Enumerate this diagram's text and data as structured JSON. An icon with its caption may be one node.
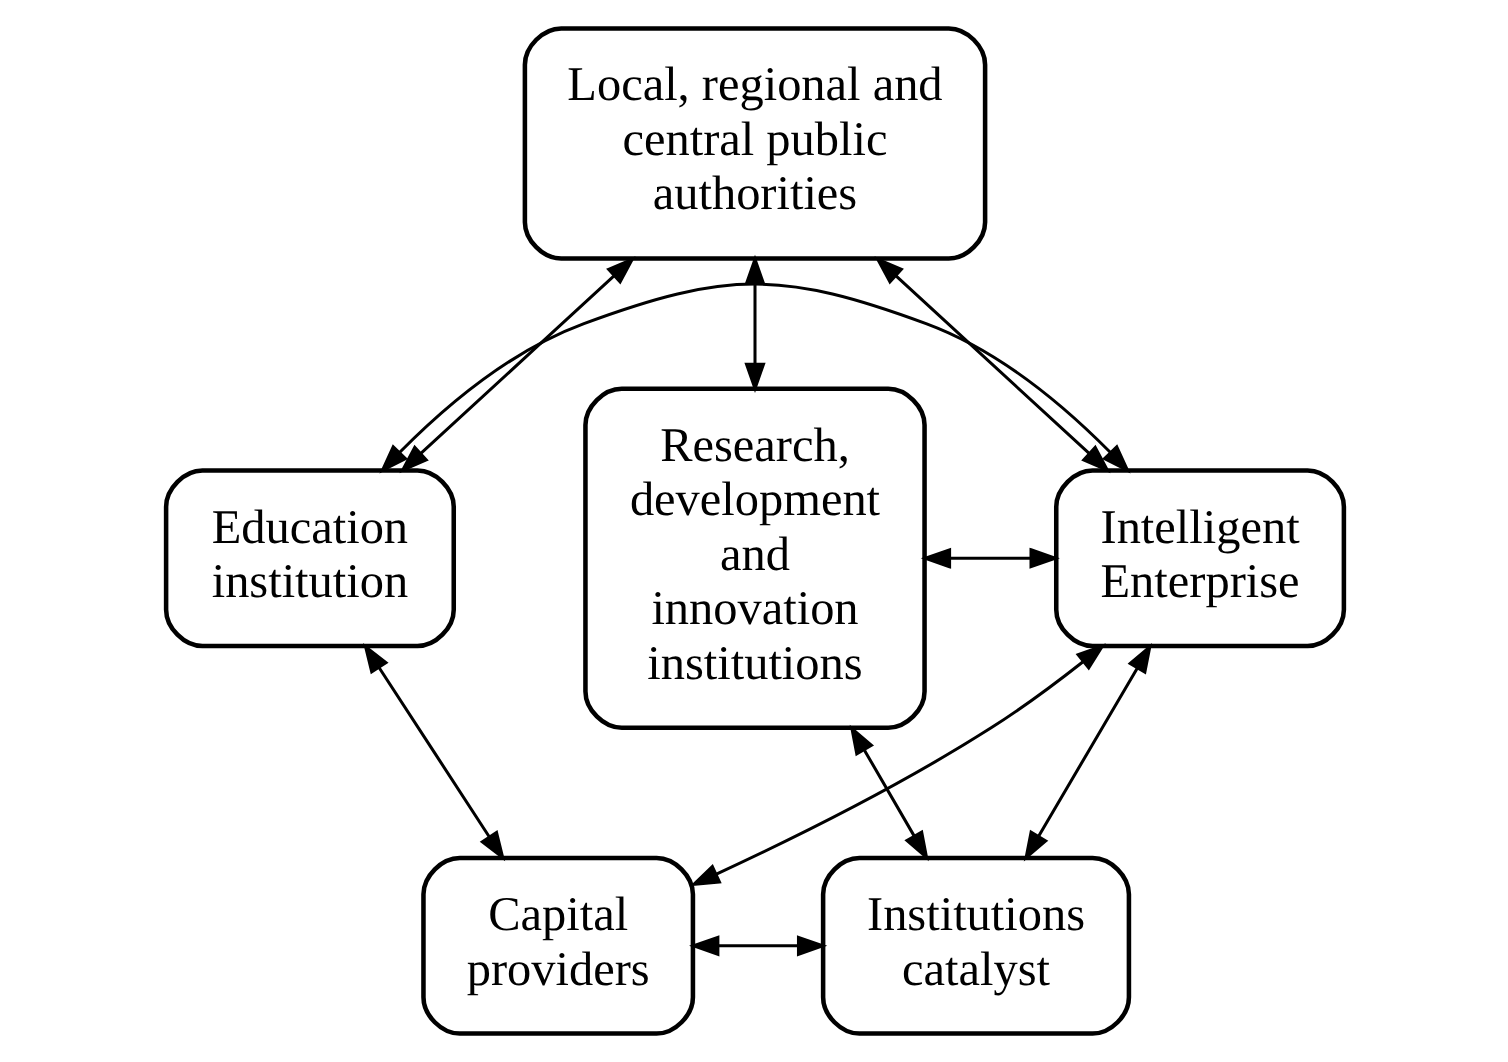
{
  "diagram": {
    "nodes": [
      {
        "text": [
          "Local, regional and central public authorities"
        ]
      },
      {
        "text": [
          "Research, development and innovation institutions"
        ]
      },
      {
        "text": [
          "Education institution"
        ]
      },
      {
        "text": [
          "Intelligent Enterprise"
        ]
      },
      {
        "text": [
          "Capital providers"
        ]
      },
      {
        "text": [
          "Institutions catalyst"
        ]
      }
    ],
    "edges": [
      {
        "from": 0,
        "to": 1,
        "arrow": "both"
      },
      {
        "from": 0,
        "to": 2,
        "arrow": "both"
      },
      {
        "from": 0,
        "to": 3,
        "arrow": "both"
      },
      {
        "from": 1,
        "to": 3,
        "arrow": "both"
      },
      {
        "from": 2,
        "to": 3,
        "arrow": "both"
      },
      {
        "from": 2,
        "to": 4,
        "arrow": "both"
      },
      {
        "from": 3,
        "to": 4,
        "arrow": "both"
      },
      {
        "from": 3,
        "to": 5,
        "arrow": "both"
      },
      {
        "from": 1,
        "to": 5,
        "arrow": "both"
      },
      {
        "from": 4,
        "to": 5,
        "arrow": "both"
      }
    ]
  }
}
